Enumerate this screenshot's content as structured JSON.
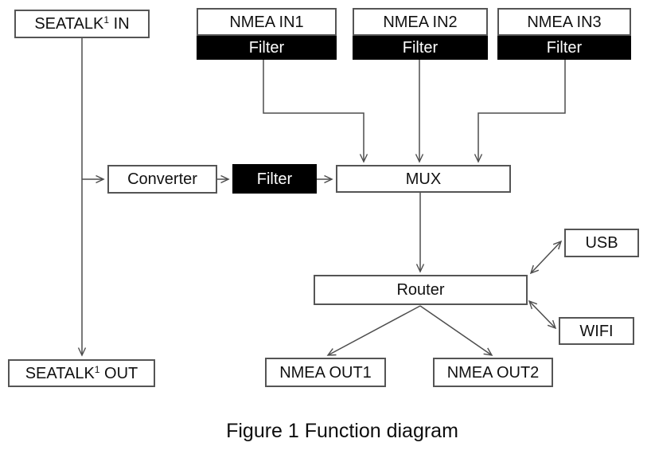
{
  "caption": "Figure 1 Function diagram",
  "colors": {
    "background": "#ffffff",
    "line": "#4d4d4d",
    "box_border": "#555555",
    "filter_bg": "#000000",
    "filter_text": "#ffffff",
    "text": "#111111"
  },
  "nodes": {
    "seatalk_in": {
      "base": "SEATALK",
      "sup": "1",
      "suffix": " IN"
    },
    "nmea_in1": {
      "label": "NMEA IN1",
      "filter_label": "Filter"
    },
    "nmea_in2": {
      "label": "NMEA IN2",
      "filter_label": "Filter"
    },
    "nmea_in3": {
      "label": "NMEA IN3",
      "filter_label": "Filter"
    },
    "converter": {
      "label": "Converter"
    },
    "filter": {
      "label": "Filter"
    },
    "mux": {
      "label": "MUX"
    },
    "router": {
      "label": "Router"
    },
    "usb": {
      "label": "USB"
    },
    "wifi": {
      "label": "WIFI"
    },
    "nmea_out1": {
      "label": "NMEA OUT1"
    },
    "nmea_out2": {
      "label": "NMEA OUT2"
    },
    "seatalk_out": {
      "base": "SEATALK",
      "sup": "1",
      "suffix": " OUT"
    }
  }
}
